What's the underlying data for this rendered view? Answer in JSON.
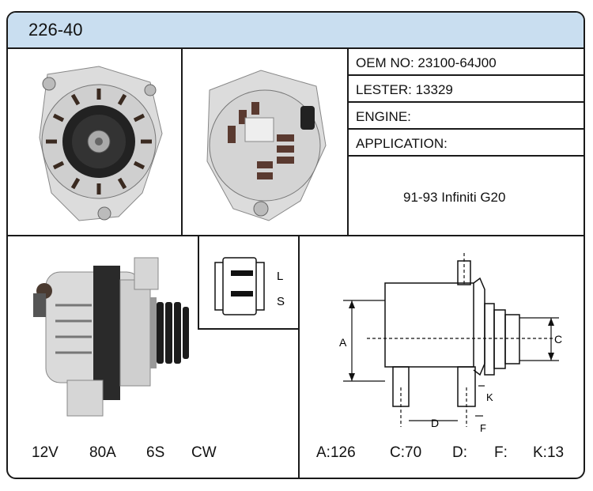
{
  "header": {
    "part_number": "226-40"
  },
  "info": {
    "oem": "OEM NO: 23100-64J00",
    "lester": "LESTER: 13329",
    "engine": "ENGINE:",
    "application_label": "APPLICATION:",
    "application_value": "91-93 Infiniti G20"
  },
  "connector": {
    "pin_l": "L",
    "pin_s": "S"
  },
  "specs": {
    "voltage": "12V",
    "amperage": "80A",
    "pulley": "6S",
    "rotation": "CW"
  },
  "dimension_labels": {
    "a": "A",
    "c": "C",
    "d": "D",
    "f": "F",
    "k": "K"
  },
  "dimensions": {
    "a": "A:126",
    "c": "C:70",
    "d": "D:",
    "f": "F:",
    "k": "K:13"
  }
}
